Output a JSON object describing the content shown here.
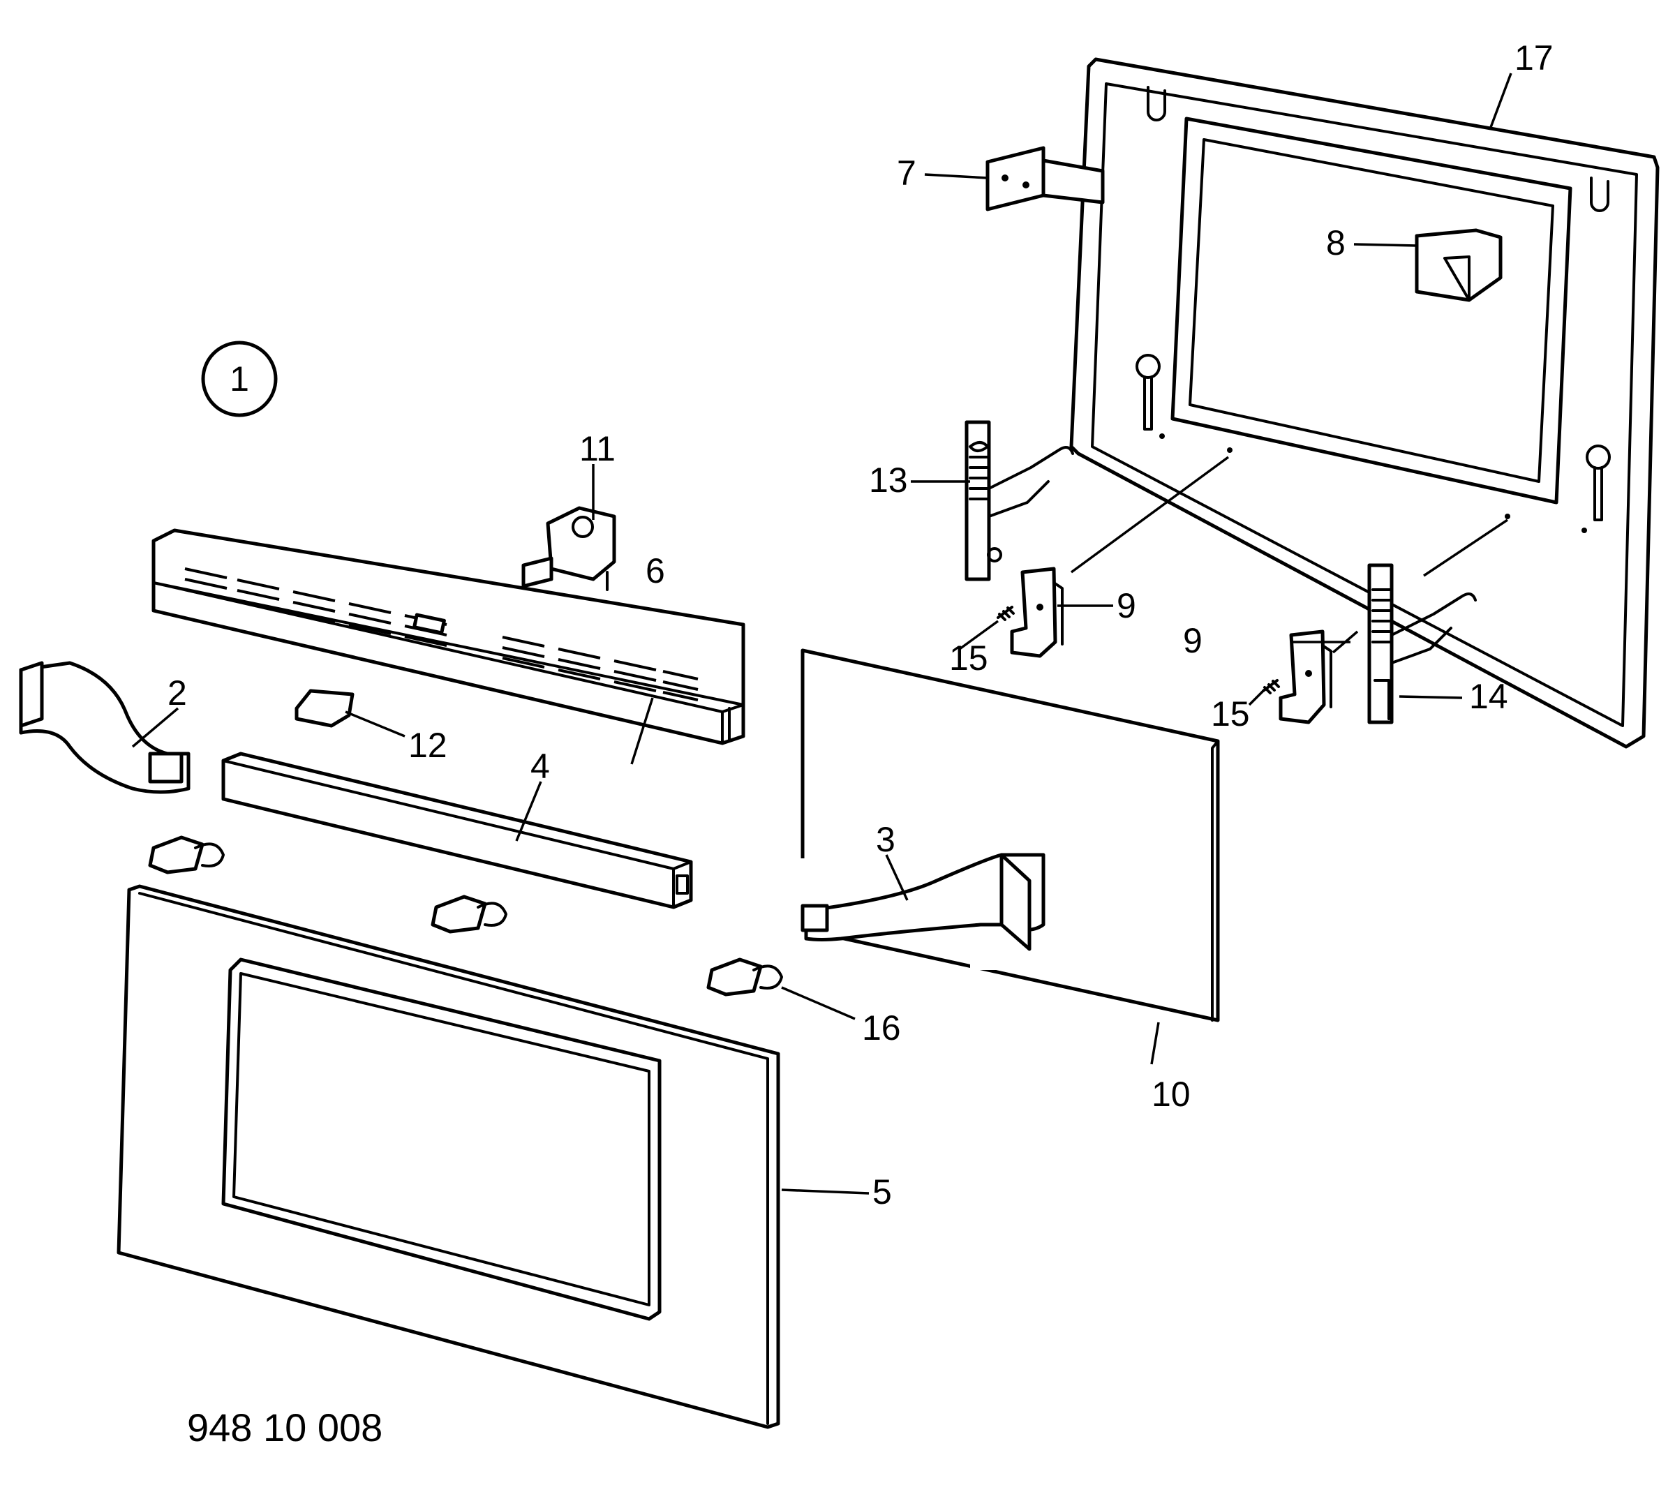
{
  "figure_marker": "1",
  "drawing_number": "948 10 008",
  "callouts": {
    "c2": "2",
    "c3": "3",
    "c4": "4",
    "c5": "5",
    "c6": "6",
    "c7": "7",
    "c8": "8",
    "c9a": "9",
    "c9b": "9",
    "c10": "10",
    "c11": "11",
    "c12": "12",
    "c13": "13",
    "c14": "14",
    "c15a": "15",
    "c15b": "15",
    "c16": "16",
    "c17": "17"
  }
}
